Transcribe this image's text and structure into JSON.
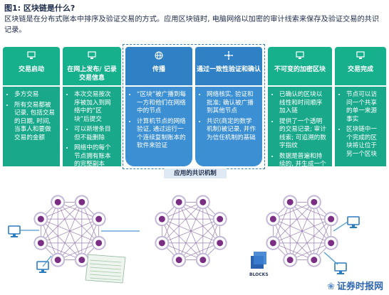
{
  "title": "图1: 区块链是什么?",
  "intro": "区块链是在分布式账本中排序及验证交易的方式。应用区块链时, 电脑网络以加密的审计线索来保存及验证交易的共识记录。",
  "columns": [
    {
      "icon": "monitor-icon",
      "heading": "交易启动",
      "items": [
        "多方交易",
        "所有交易都被记录, 包括交易的日期, 时间, 当事人和要做交易的金额"
      ]
    },
    {
      "icon": "monitor-icon",
      "heading": "在网上发布/ 记录交易信息",
      "items": [
        "本次交易按次序被加入到网络中的“区块”后提交",
        "可以新增条目但不能删除",
        "网络中的每个节点拥有账本的完整副本"
      ]
    },
    {
      "icon": "globe-icon",
      "heading": "传播",
      "items": [
        "“区块”被广播到每一方和他们在网络中的节点",
        "计算机节点的网络验证, 通过运行一个连续复制账本的软件来验证"
      ]
    },
    {
      "icon": "network-icon",
      "heading": "通过一致性验证和确认",
      "items": [
        "网络核实, 验证和批准; 确认被广播到其他节点",
        "共识(商定的数学机制)被记录, 并作为信任机制的基础"
      ]
    },
    {
      "icon": "monitor-icon",
      "heading": "不可变的加密区块",
      "items": [
        "已确认的区块以线性和时间顺序加入链",
        "提供了一个透明的交易记录; 审计线索; 可追溯的数字指纹",
        "数据是普遍和持续的, 并生成一个可靠的交易记录"
      ]
    },
    {
      "icon": "monitor-icon",
      "heading": "交易完成",
      "items": [
        "节点可以访问一个共享的单一来源事实",
        "区块链中一个完成的区块将让位于另一个区块"
      ]
    }
  ],
  "consensus_label": "应用的共识机制",
  "blocks_label": "BLOCKS",
  "footer": "证券时报网",
  "colors": {
    "green": "#19a98a",
    "blue": "#3b8fd2",
    "node_purple": "#7b2f84",
    "node_ring": "#c4b8d8",
    "line_blue": "#4a98d4"
  }
}
